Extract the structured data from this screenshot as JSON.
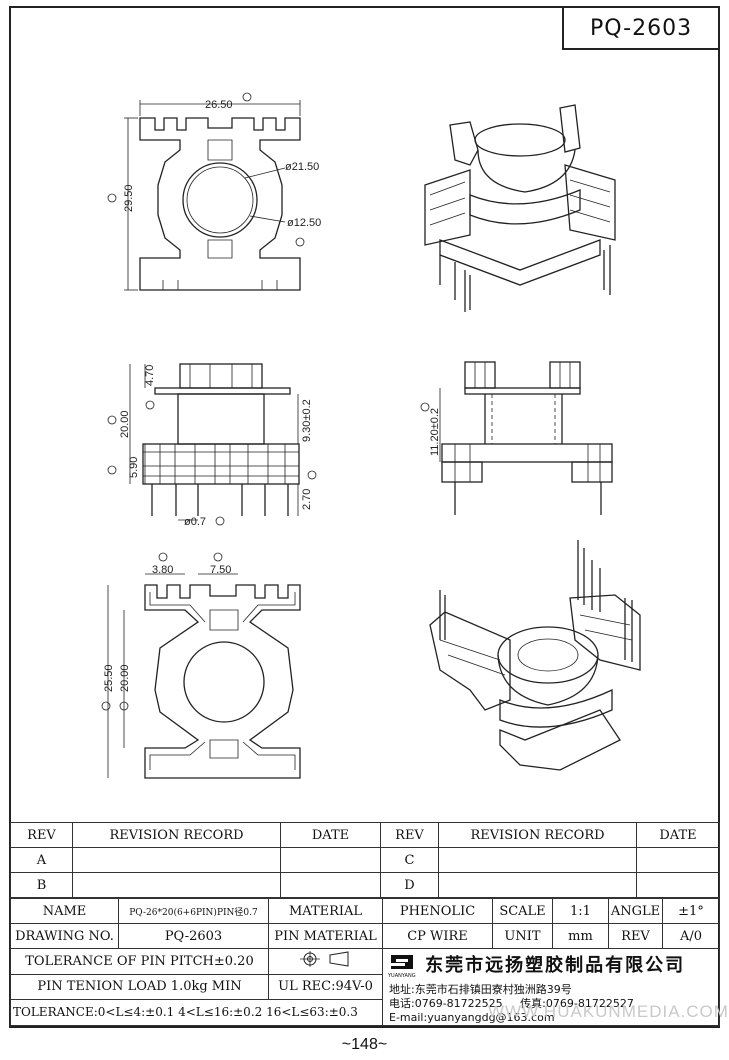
{
  "part_number": "PQ-2603",
  "page_number": "~148~",
  "watermark": "WWW.HUAKUNMEDIA.COM",
  "views": {
    "top": {
      "width": "26.50",
      "height": "29.50",
      "outer_dia": "ø21.50",
      "inner_dia": "ø12.50"
    },
    "side": {
      "top_h": "4.70",
      "total_h": "20.00",
      "body_h": "9.30±0.2",
      "base_h": "5.90",
      "pin_len": "2.70",
      "pin_dia": "ø0.7"
    },
    "end": {
      "height": "11.20±0.2"
    },
    "bottom": {
      "pitch_a": "3.80",
      "pitch_b": "7.50",
      "outer_h": "25.50",
      "inner_h": "20.00"
    }
  },
  "revision": {
    "headers": [
      "REV",
      "REVISION RECORD",
      "DATE",
      "REV",
      "REVISION RECORD",
      "DATE"
    ],
    "rows": [
      [
        "A",
        "",
        "",
        "C",
        "",
        ""
      ],
      [
        "B",
        "",
        "",
        "D",
        "",
        ""
      ]
    ]
  },
  "title_block": {
    "name_label": "NAME",
    "name_value": "PQ-26*20(6+6PIN)PIN径0.7",
    "material_label": "MATERIAL",
    "material_value": "PHENOLIC",
    "scale_label": "SCALE",
    "scale_value": "1:1",
    "angle_label": "ANGLE",
    "angle_value": "±1°",
    "drawing_no_label": "DRAWING NO.",
    "drawing_no_value": "PQ-2603",
    "pin_material_label": "PIN MATERIAL",
    "pin_material_value": "CP WIRE",
    "unit_label": "UNIT",
    "unit_value": "mm",
    "rev_label": "REV",
    "rev_value": "A/0",
    "tolerance_pitch": "TOLERANCE OF PIN PITCH±0.20",
    "pin_load": "PIN TENION LOAD 1.0kg MIN",
    "ul": "UL REC:94V-0",
    "tolerance_range": "TOLERANCE:0<L≤4:±0.1  4<L≤16:±0.2  16<L≤63:±0.3",
    "logo_text": "YUANYANG",
    "company": "东莞市远扬塑胶制品有限公司",
    "address": "地址:东莞市石排镇田寮村独洲路39号",
    "phone": "电话:0769-81722525",
    "fax": "传真:0769-81722527",
    "email": "E-mail:yuanyangdg@163.com"
  }
}
